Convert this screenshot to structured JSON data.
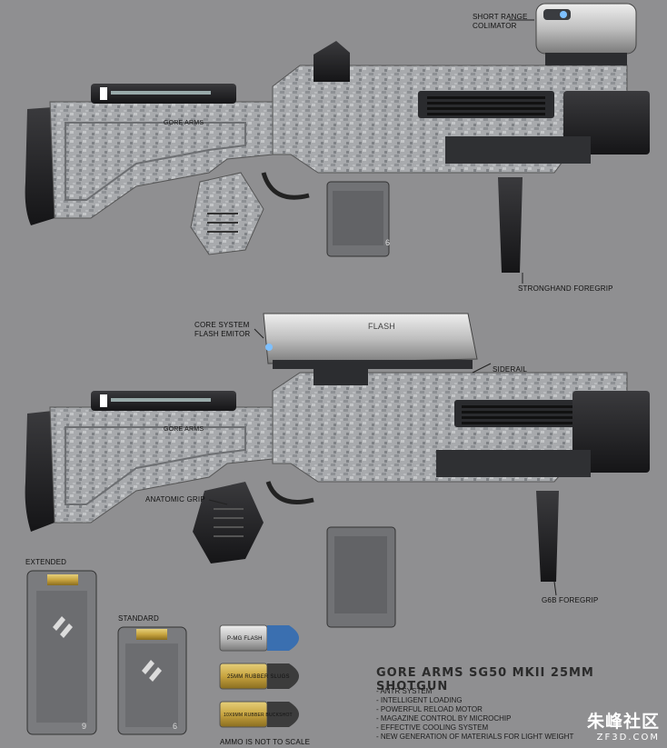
{
  "title": "GORE ARMS SG50 MKII 25MM SHOTGUN",
  "callouts": {
    "short_range": [
      "SHORT RANGE",
      "COLIMATOR"
    ],
    "stronghand": "STRONGHAND FOREGRIP",
    "core_system": [
      "CORE SYSTEM",
      "FLASH EMITOR"
    ],
    "siderail": "SIDERAIL",
    "anatomic": "ANATOMIC GRIP",
    "g6b": "G6B FOREGRIP",
    "extended": "EXTENDED",
    "standard": "STANDARD",
    "ammo_scale": "AMMO IS NOT TO SCALE"
  },
  "stamps": {
    "brand": "GORE ARMS",
    "flash": "FLASH",
    "mag_number_top": "6",
    "mag_number_ext": "9",
    "mag_number_std": "6"
  },
  "ammo": [
    {
      "label": "P-MG FLASH",
      "tip_color": "#3a6fb0"
    },
    {
      "label": "25MM RUBBER SLUGS",
      "tip_color": "#3c3c3c"
    },
    {
      "label": "10x9MM RUBBER BUCKSHOT",
      "tip_color": "#3c3c3c"
    }
  ],
  "features": [
    "- ANTR SYSTEM",
    "- INTELLIGENT LOADING",
    "- POWERFUL RELOAD MOTOR",
    "- MAGAZINE CONTROL BY MICROCHIP",
    "- EFFECTIVE COOLING SYSTEM",
    "- NEW GENERATION OF MATERIALS FOR LIGHT WEIGHT"
  ],
  "watermark": {
    "big": "朱峰社区",
    "small": "ZF3D.COM"
  },
  "colors": {
    "background": "#8f8f91",
    "camo": "#a7a9ab",
    "dark": "#1c1c1e",
    "brass": "#c8a440"
  }
}
